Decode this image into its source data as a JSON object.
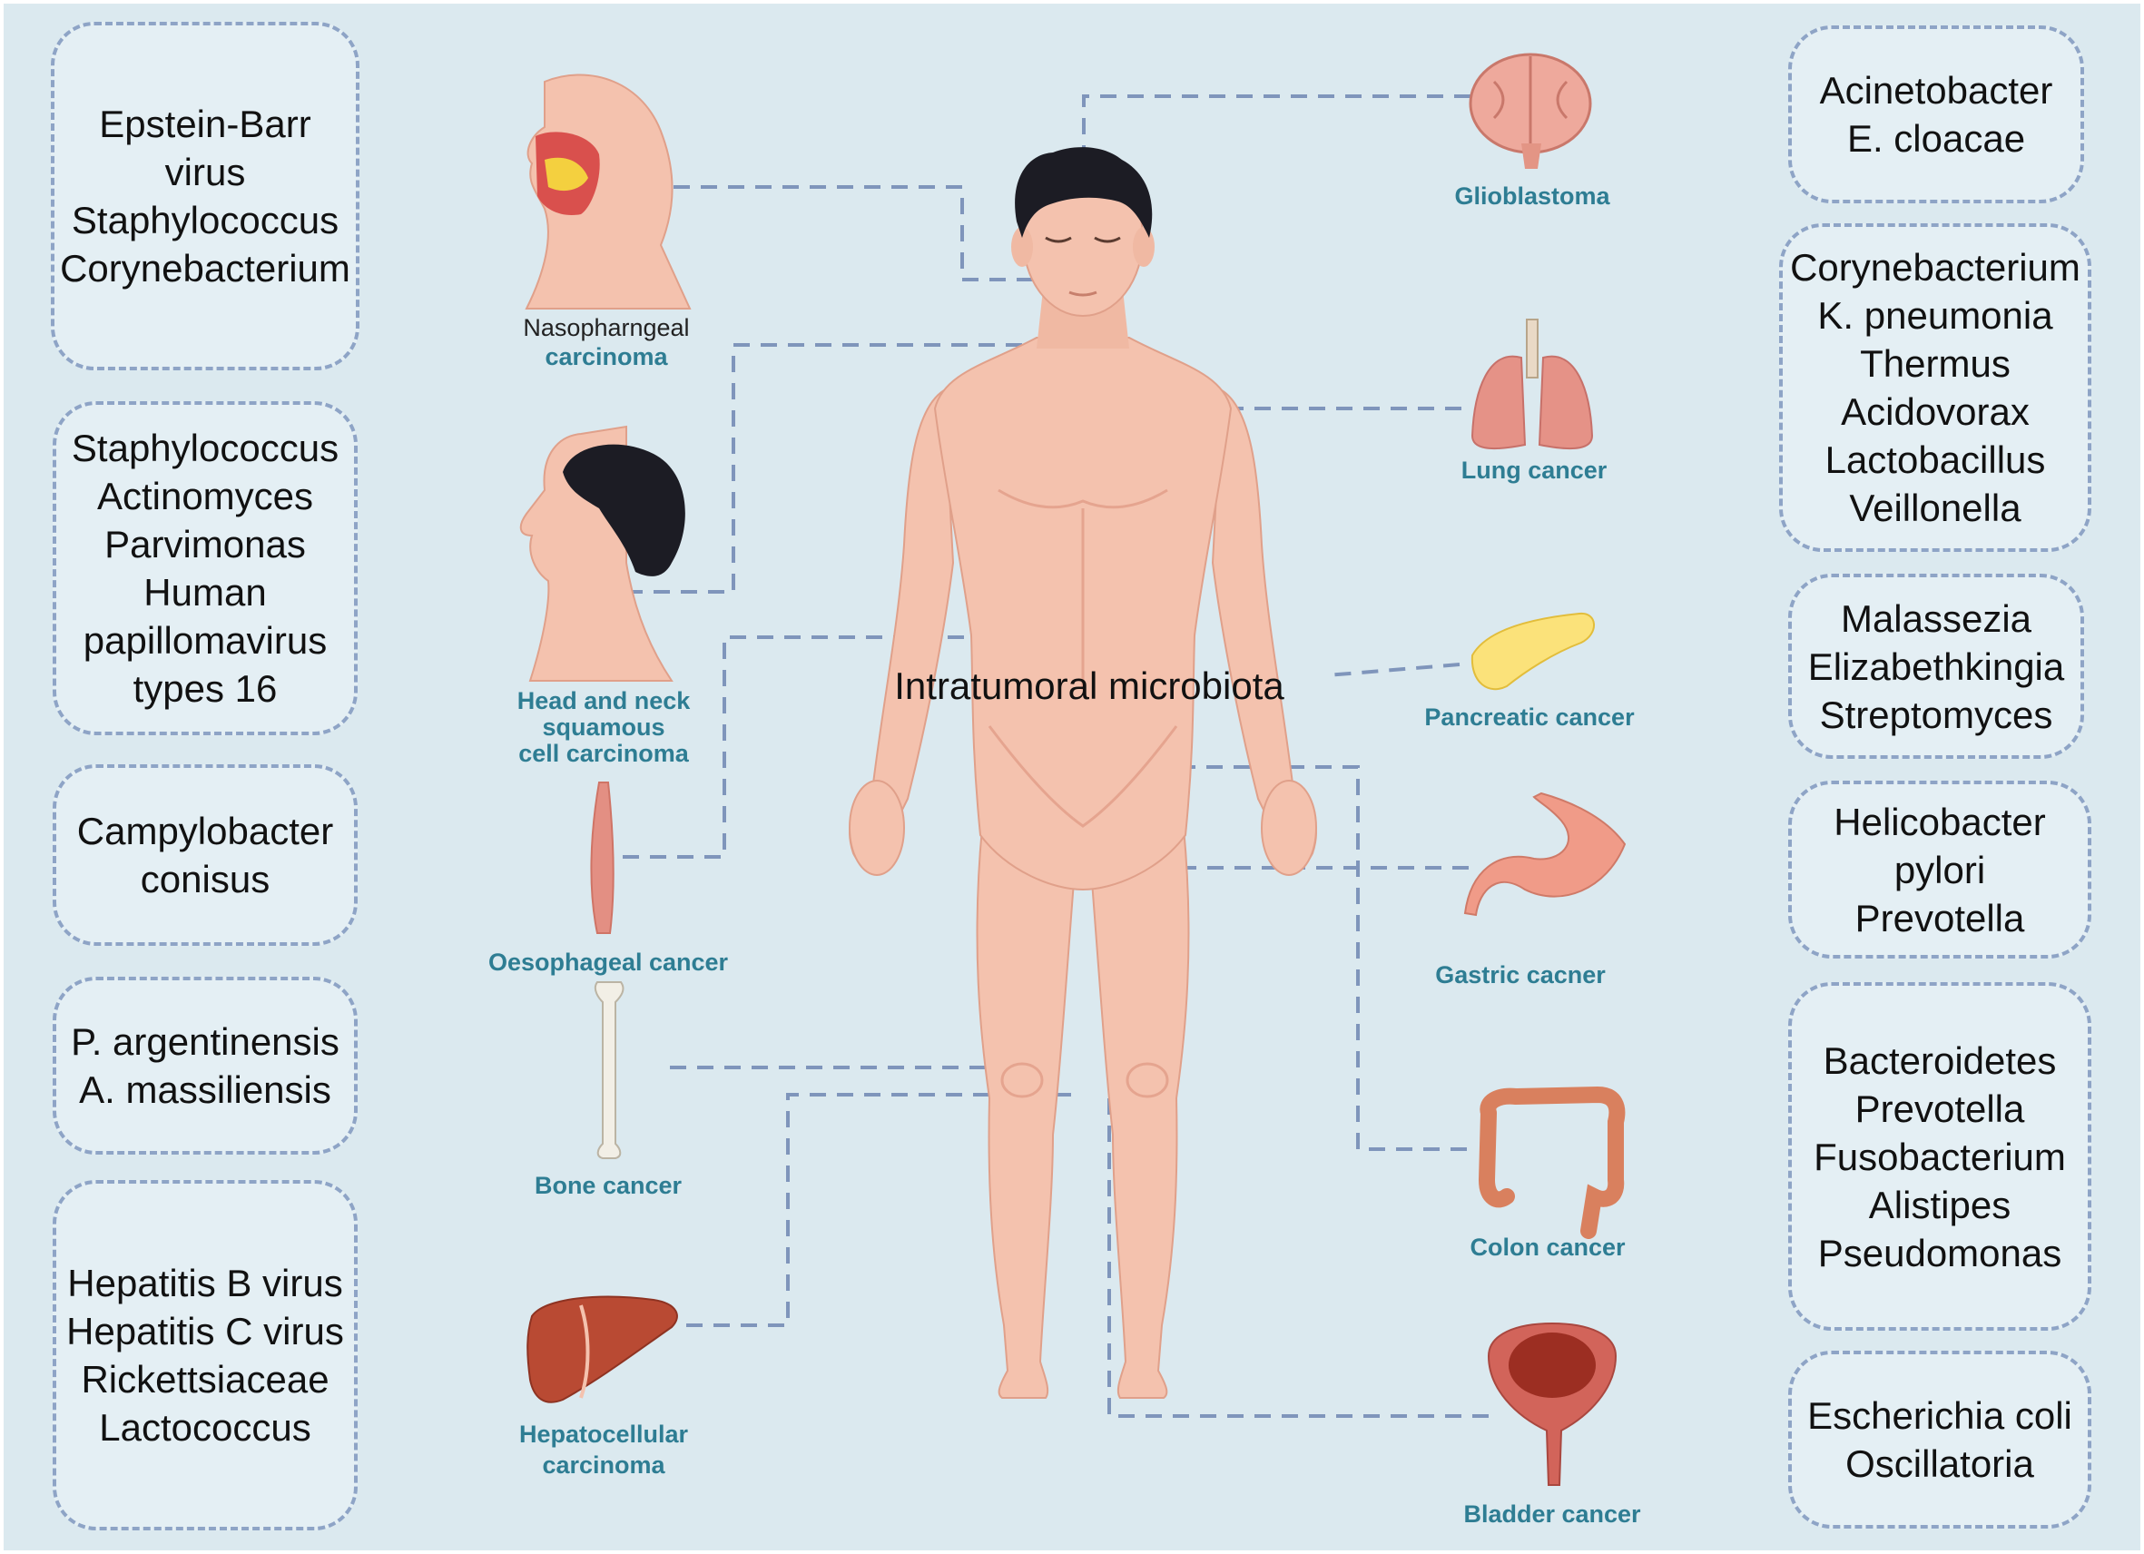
{
  "center_label": "Intratumoral microbiota",
  "left_boxes": [
    {
      "id": "nasopharyngeal",
      "lines": [
        "Epstein-Barr",
        "virus",
        "Staphylococcus",
        "Corynebacterium"
      ]
    },
    {
      "id": "head-neck",
      "lines": [
        "Staphylococcus",
        "Actinomyces",
        "Parvimonas",
        "Human",
        "papillomavirus",
        "types 16"
      ]
    },
    {
      "id": "oesophageal",
      "lines": [
        "Campylobacter",
        "conisus"
      ]
    },
    {
      "id": "bone",
      "lines": [
        "P. argentinensis",
        "A. massiliensis"
      ]
    },
    {
      "id": "hepatocellular",
      "lines": [
        "Hepatitis B virus",
        "Hepatitis C virus",
        "Rickettsiaceae",
        "Lactococcus"
      ]
    }
  ],
  "right_boxes": [
    {
      "id": "glioblastoma",
      "lines": [
        "Acinetobacter",
        "E. cloacae"
      ]
    },
    {
      "id": "lung",
      "lines": [
        "Corynebacterium",
        "K. pneumonia",
        "Thermus",
        "Acidovorax",
        "Lactobacillus",
        "Veillonella"
      ]
    },
    {
      "id": "pancreatic",
      "lines": [
        "Malassezia",
        "Elizabethkingia",
        "Streptomyces"
      ]
    },
    {
      "id": "gastric",
      "lines": [
        "Helicobacter",
        "pylori",
        "Prevotella"
      ]
    },
    {
      "id": "colon",
      "lines": [
        "Bacteroidetes",
        "Prevotella",
        "Fusobacterium",
        "Alistipes",
        "Pseudomonas"
      ]
    },
    {
      "id": "bladder",
      "lines": [
        "Escherichia coli",
        "Oscillatoria"
      ]
    }
  ],
  "organ_labels": {
    "nasopharyngeal_1": "Nasopharngeal",
    "nasopharyngeal_2": "carcinoma",
    "headneck_1": "Head and neck",
    "headneck_2": "squamous",
    "headneck_3": "cell carcinoma",
    "oesophageal": "Oesophageal cancer",
    "bone": "Bone cancer",
    "hepatocellular_1": "Hepatocellular",
    "hepatocellular_2": "carcinoma",
    "glioblastoma": "Glioblastoma",
    "lung": "Lung cancer",
    "pancreatic": "Pancreatic cancer",
    "gastric": "Gastric cacner",
    "colon": "Colon cancer",
    "bladder": "Bladder cancer"
  },
  "colors": {
    "background": "#dbe9ef",
    "box_fill": "#e4eff4",
    "dash": "#7f95bb",
    "label_teal": "#2e7d93",
    "skin": "#f4c2ae",
    "skin_shadow": "#e8a690",
    "hair": "#1c1c24"
  }
}
